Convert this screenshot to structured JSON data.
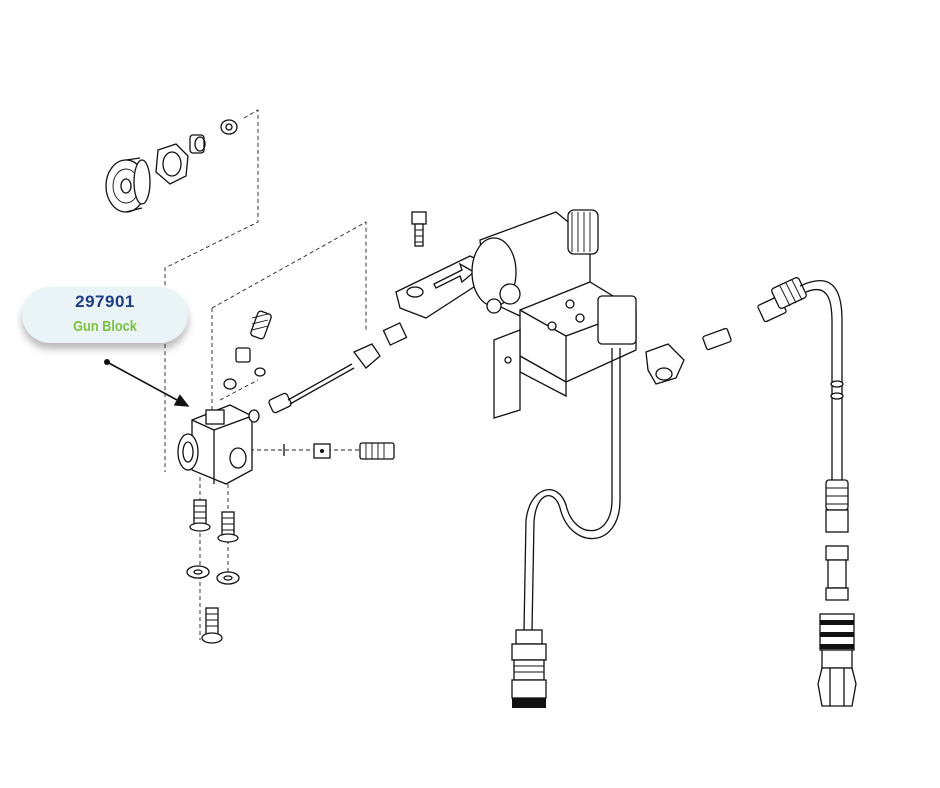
{
  "callout": {
    "part_number": "297901",
    "part_name": "Gun Block",
    "colors": {
      "bubble": "#eaf3f6",
      "part_number_text": "#1f3d82",
      "part_name_text": "#7cc242"
    }
  },
  "icons": [
    "leader-arrow",
    "exploded-assembly-drawing"
  ]
}
